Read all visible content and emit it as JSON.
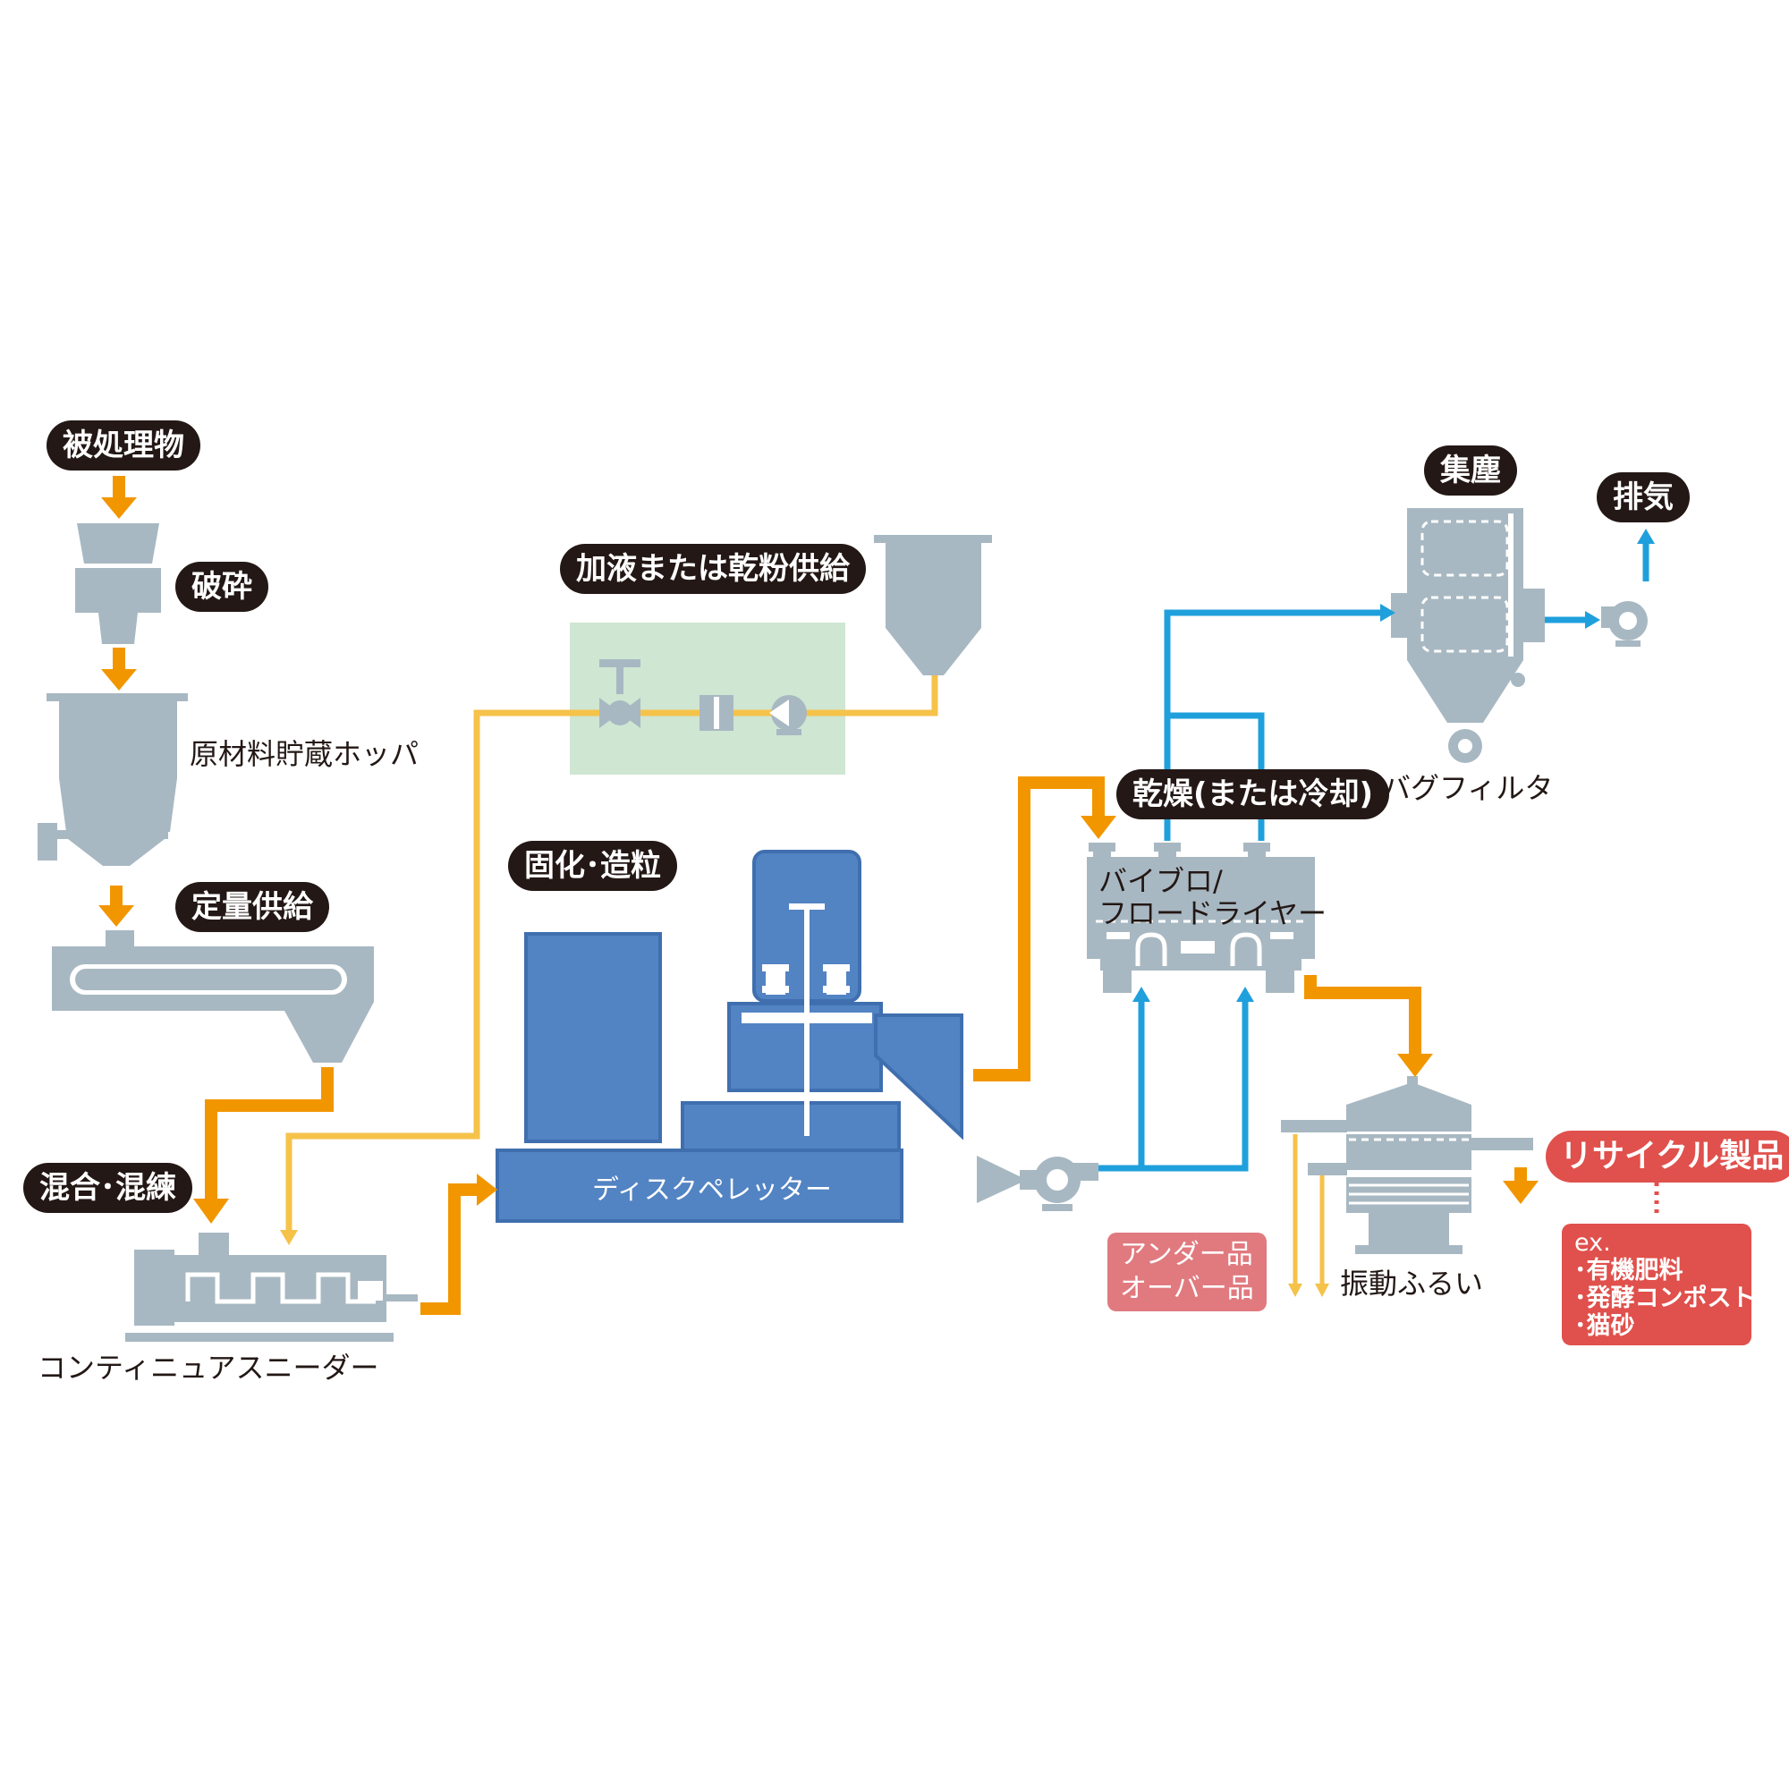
{
  "labels": {
    "material": "被処理物",
    "crushing": "破砕",
    "hopper": "原材料貯蔵ホッパ",
    "feeding": "定量供給",
    "mixing": "混合･混練",
    "kneader": "コンティニュアスニーダー",
    "liquid_feed": "加液または乾粉供給",
    "pelletizing": "固化･造粒",
    "disk_pelleter": "ディスクペレッター",
    "drying": "乾燥(または冷却)",
    "dryer_line1": "バイブロ/",
    "dryer_line2": "フロードライヤー",
    "dust": "集塵",
    "bag_filter": "バグフィルタ",
    "exhaust": "排気",
    "under_line1": "アンダー品",
    "under_line2": "オーバー品",
    "sieve": "振動ふるい",
    "recycle": "リサイクル製品",
    "ex_title": "ex.",
    "ex_items": [
      "･有機肥料",
      "･発酵コンポスト",
      "･猫砂"
    ]
  },
  "colors": {
    "equipment_gray": "#a8b8c2",
    "pelleter_blue": "#5283c3",
    "main_flow_orange": "#f29600",
    "feed_line_yellow": "#f5c24a",
    "air_blue": "#1fa0dc",
    "liquid_box_green": "#cfe6d2",
    "label_black": "#231815",
    "recycle_red": "#e0504c",
    "under_pink": "#e07a7f"
  }
}
